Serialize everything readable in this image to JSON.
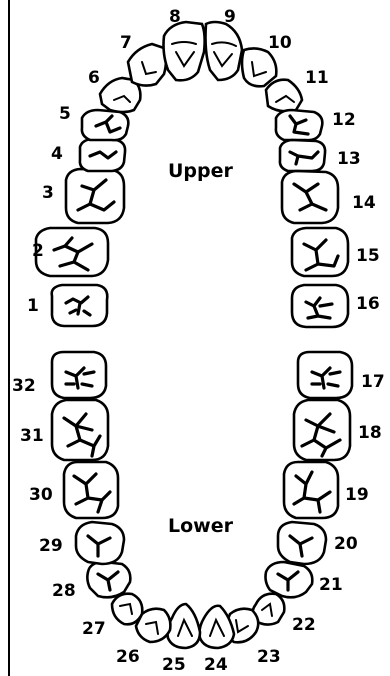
{
  "labels": {
    "upper": "Upper",
    "lower": "Lower"
  },
  "numbers": [
    "1",
    "2",
    "3",
    "4",
    "5",
    "6",
    "7",
    "8",
    "9",
    "10",
    "11",
    "12",
    "13",
    "14",
    "15",
    "16",
    "17",
    "18",
    "19",
    "20",
    "21",
    "22",
    "23",
    "24",
    "25",
    "26",
    "27",
    "28",
    "29",
    "30",
    "31",
    "32"
  ]
}
